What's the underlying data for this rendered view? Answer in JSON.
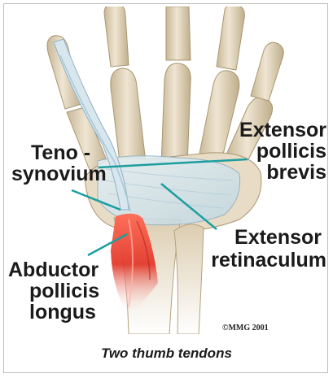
{
  "labels": {
    "tenosynovium_1": "Teno -",
    "tenosynovium_2": "synovium",
    "epb_1": "Extensor",
    "epb_2": "pollicis",
    "epb_3": "brevis",
    "retinaculum_1": "Extensor",
    "retinaculum_2": "retinaculum",
    "apl_1": "Abductor",
    "apl_2": "pollicis",
    "apl_3": "longus"
  },
  "copyright": "©MMG 2001",
  "caption": "Two thumb tendons",
  "colors": {
    "bone": "#e4d7c0",
    "bone_shadow": "#b9a887",
    "tendon": "#d8e6ee",
    "tendon_edge": "#8fb0c2",
    "muscle": "#e23a2c",
    "leader_line": "#1d9e9e"
  }
}
